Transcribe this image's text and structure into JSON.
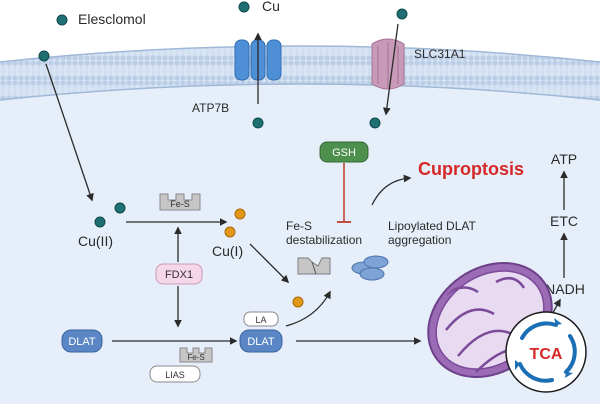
{
  "labels": {
    "elesclomol": "Elesclomol",
    "cu_top": "Cu",
    "slc31a1": "SLC31A1",
    "atp7b": "ATP7B",
    "gsh": "GSH",
    "cuproptosis": "Cuproptosis",
    "atp": "ATP",
    "etc": "ETC",
    "nadh": "NADH",
    "tca": "TCA",
    "cu2": "Cu(II)",
    "cu1": "Cu(I)",
    "fes_top": "Fe-S",
    "fes_bottom": "Fe-S",
    "fes_destab_line1": "Fe-S",
    "fes_destab_line2": "destabilization",
    "lipoylated_line1": "Lipoylated DLAT",
    "lipoylated_line2": "aggregation",
    "fdx1": "FDX1",
    "dlat_left": "DLAT",
    "dlat_right": "DLAT",
    "la": "LA",
    "lias": "LIAS"
  },
  "colors": {
    "membrane": "#a9c1de",
    "cytoplasm": "#e6eff9",
    "copper_ion": "#1f6f73",
    "copper_i": "#e0971a",
    "atp7b": "#4f8fd6",
    "slc31a1": "#c99ab8",
    "gsh": "#4d8f4c",
    "cuproptosis": "#d62828",
    "mitochondria": "#9b6bb5",
    "tca_arrows": "#1b6fb5",
    "fdx1": "#f6d7ea",
    "dlat": "#5a86c5"
  },
  "icons": [
    "copper-ion-icon",
    "fe-s-cluster-icon",
    "mitochondrion-icon",
    "transporter-icon",
    "protein-aggregate-icon"
  ]
}
